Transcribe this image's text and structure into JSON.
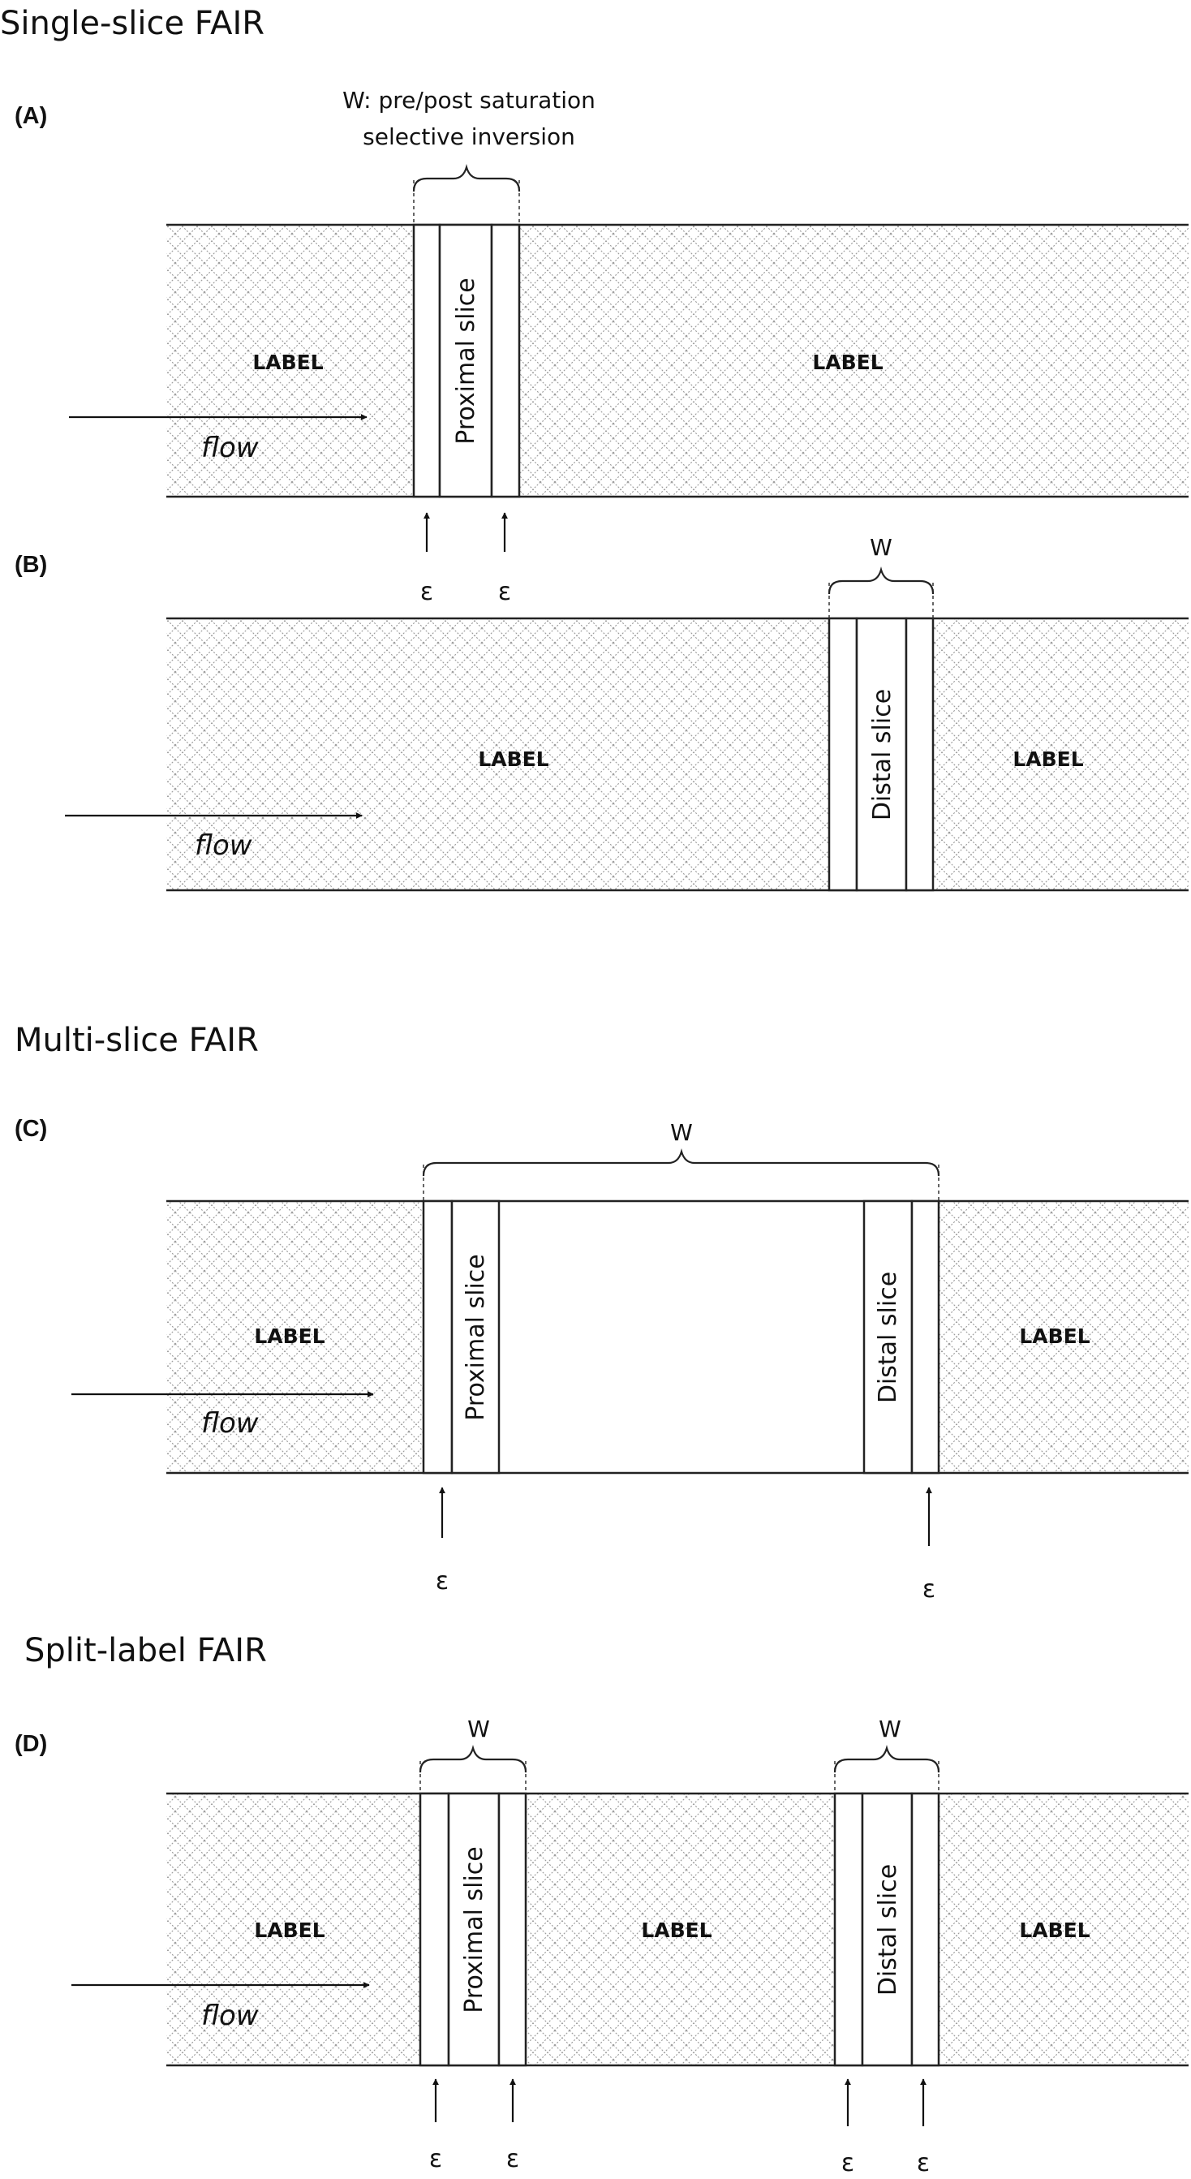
{
  "sections": {
    "single_title": "Single-slice FAIR",
    "multi_title": "Multi-slice FAIR",
    "split_title": "Split-label FAIR"
  },
  "texts": {
    "label": "LABEL",
    "flow": "flow",
    "epsilon": "ε",
    "proximal_slice": "Proximal slice",
    "distal_slice": "Distal slice",
    "w": "W",
    "w_line1": "W: pre/post saturation",
    "w_line2": "selective inversion"
  },
  "panels": {
    "A": {
      "tag": "(A)"
    },
    "B": {
      "tag": "(B)"
    },
    "C": {
      "tag": "(C)"
    },
    "D": {
      "tag": "(D)"
    }
  },
  "colors": {
    "pattern_line": "#9a9a9a",
    "ink": "#111111",
    "background": "#ffffff"
  }
}
